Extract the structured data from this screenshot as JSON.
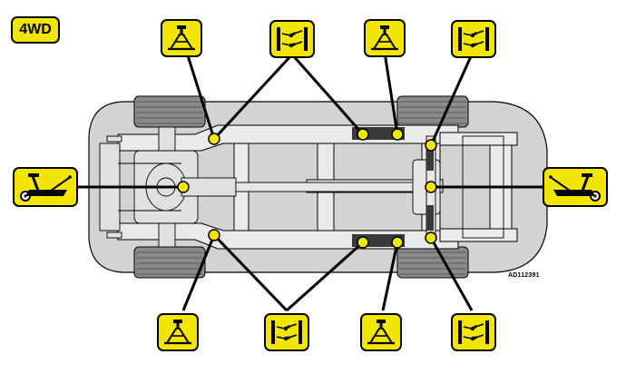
{
  "badge": {
    "label": "4WD"
  },
  "figure_code": "AD112391",
  "colors": {
    "yellow": "#f2e600",
    "outline": "#000000",
    "body_fill": "#d3d3d3",
    "frame_fill": "#eaeaea",
    "tire": "#8a8a8a",
    "pad": "#3a3a3a"
  },
  "icons": {
    "jack_stand": "jack-stand-icon",
    "lift_arm": "lift-arm-icon",
    "floor_jack": "floor-jack-icon"
  },
  "callouts": [
    {
      "name": "jack-stand-callout-front-left",
      "icon": "jack-stand-icon"
    },
    {
      "name": "lift-callout-left-front",
      "icon": "lift-arm-icon"
    },
    {
      "name": "jack-stand-callout-left-rear",
      "icon": "jack-stand-icon"
    },
    {
      "name": "lift-callout-left-rear",
      "icon": "lift-arm-icon"
    },
    {
      "name": "floor-jack-callout-front",
      "icon": "floor-jack-icon"
    },
    {
      "name": "floor-jack-callout-rear",
      "icon": "floor-jack-icon"
    },
    {
      "name": "jack-stand-callout-front-right",
      "icon": "jack-stand-icon"
    },
    {
      "name": "lift-callout-right-front",
      "icon": "lift-arm-icon"
    },
    {
      "name": "jack-stand-callout-right-rear",
      "icon": "jack-stand-icon"
    },
    {
      "name": "lift-callout-right-rear",
      "icon": "lift-arm-icon"
    }
  ]
}
